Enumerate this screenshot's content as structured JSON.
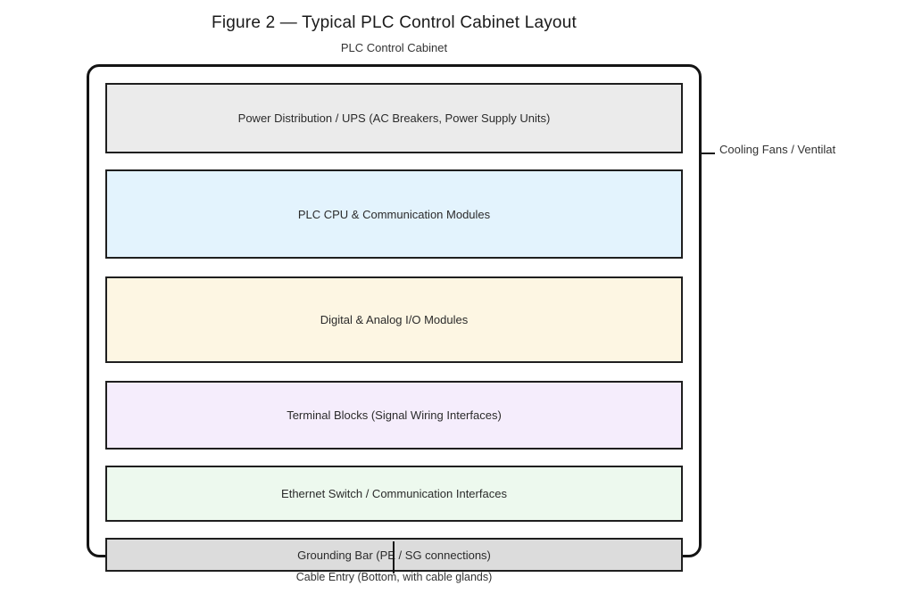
{
  "figure": {
    "title": "Figure 2 — Typical PLC Control Cabinet Layout",
    "subtitle": "PLC Control Cabinet"
  },
  "cabinet": {
    "modules": [
      {
        "label": "Power Distribution / UPS (AC Breakers, Power Supply Units)",
        "fill": "#ebebeb"
      },
      {
        "label": "PLC CPU & Communication Modules",
        "fill": "#e3f3fd"
      },
      {
        "label": "Digital & Analog I/O Modules",
        "fill": "#fdf6e3"
      },
      {
        "label": "Terminal Blocks (Signal Wiring Interfaces)",
        "fill": "#f5edfc"
      },
      {
        "label": "Ethernet Switch / Communication Interfaces",
        "fill": "#edf9ee"
      }
    ],
    "grounding_bar": {
      "label": "Grounding Bar (PE / SG connections)",
      "fill": "#dcdcdc"
    }
  },
  "annotations": {
    "cooling_fans_label": "Cooling Fans / Ventilat",
    "cable_entry_label": "Cable Entry (Bottom, with cable glands)"
  },
  "colors": {
    "background": "#ffffff",
    "outline": "#141414",
    "text": "#333333"
  }
}
